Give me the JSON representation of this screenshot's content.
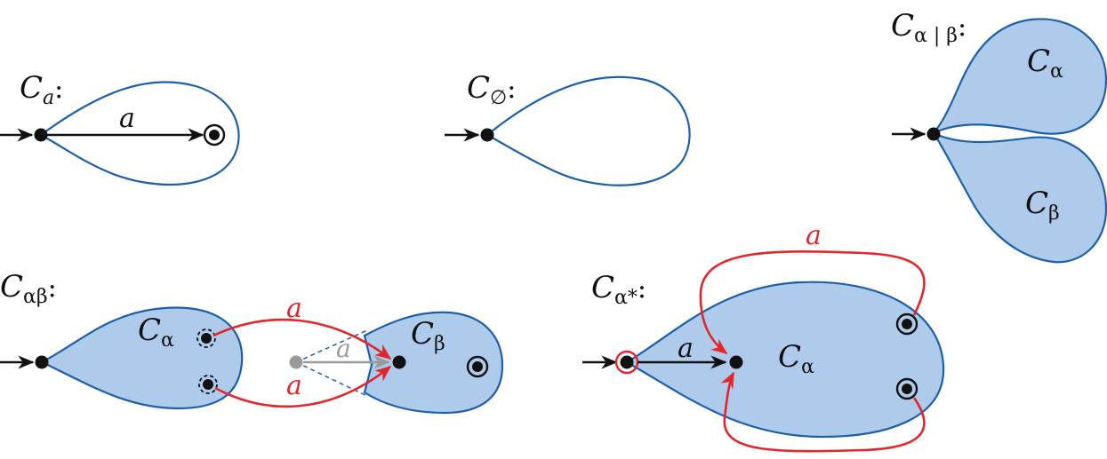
{
  "panels": {
    "c_a": {
      "symbol": "C",
      "subscript": "a",
      "colon": ":",
      "edge_label": "a"
    },
    "c_empty": {
      "symbol": "C",
      "subscript": "∅",
      "colon": ":"
    },
    "c_alt": {
      "symbol": "C",
      "subscript": "α | β",
      "colon": ":",
      "top_symbol": "C",
      "top_sub": "α",
      "bottom_symbol": "C",
      "bottom_sub": "β"
    },
    "c_concat": {
      "symbol": "C",
      "subscript": "αβ",
      "colon": ":",
      "left_symbol": "C",
      "left_sub": "α",
      "right_symbol": "C",
      "right_sub": "β",
      "red_top_label": "a",
      "red_bottom_label": "a",
      "gray_label": "a"
    },
    "c_star": {
      "symbol": "C",
      "subscript": "α*",
      "colon": ":",
      "inner_symbol": "C",
      "inner_sub": "α",
      "edge_label": "a",
      "red_top_label": "a"
    }
  },
  "colors": {
    "fill": "#aecbeb",
    "outline": "#1d5fa8",
    "red": "#e3262c",
    "gray": "#9a9a9a",
    "black": "#111111"
  }
}
